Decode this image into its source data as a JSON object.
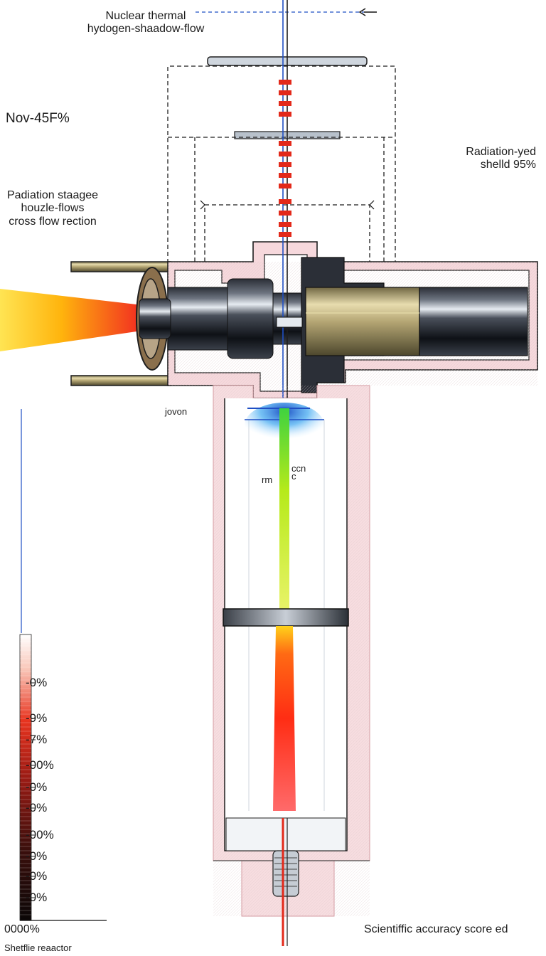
{
  "labels": {
    "title_line1": "Nuclear thermal",
    "title_line2": "hydogen-shaadow-flow",
    "top_left_value": "Nov-45F%",
    "right_label_line1": "Radiation-yed",
    "right_label_line2": "shelld 95%",
    "left_label_line1": "Padiation staagee",
    "left_label_line2": "houzle-flows",
    "left_label_line3": "cross flow rection",
    "jovon": "jovon",
    "ccn_top": "ccn",
    "ccn_bottom": "c",
    "rm": "rm",
    "scale_bottom": "0000%",
    "bottom_left": "Shetflie reaactor",
    "bottom_right": "Scientiffic accuracy score ed"
  },
  "scale_ticks": [
    "-0%",
    "-9%",
    "-7%",
    "-00%",
    "-0%",
    "-0%",
    "-00%",
    "-0%",
    "-0%",
    "-0%"
  ],
  "colors": {
    "outline": "#1e1e1e",
    "wall_pink": "#f3c6cc",
    "flame_yellow": "#ffd200",
    "flame_red": "#f22a14",
    "core_green": "#9ee21a",
    "core_red": "#ff2d14",
    "brass": "#c9b98a",
    "accent_blue": "#1f4fc4",
    "glow_blue": "#3aa6f0"
  }
}
